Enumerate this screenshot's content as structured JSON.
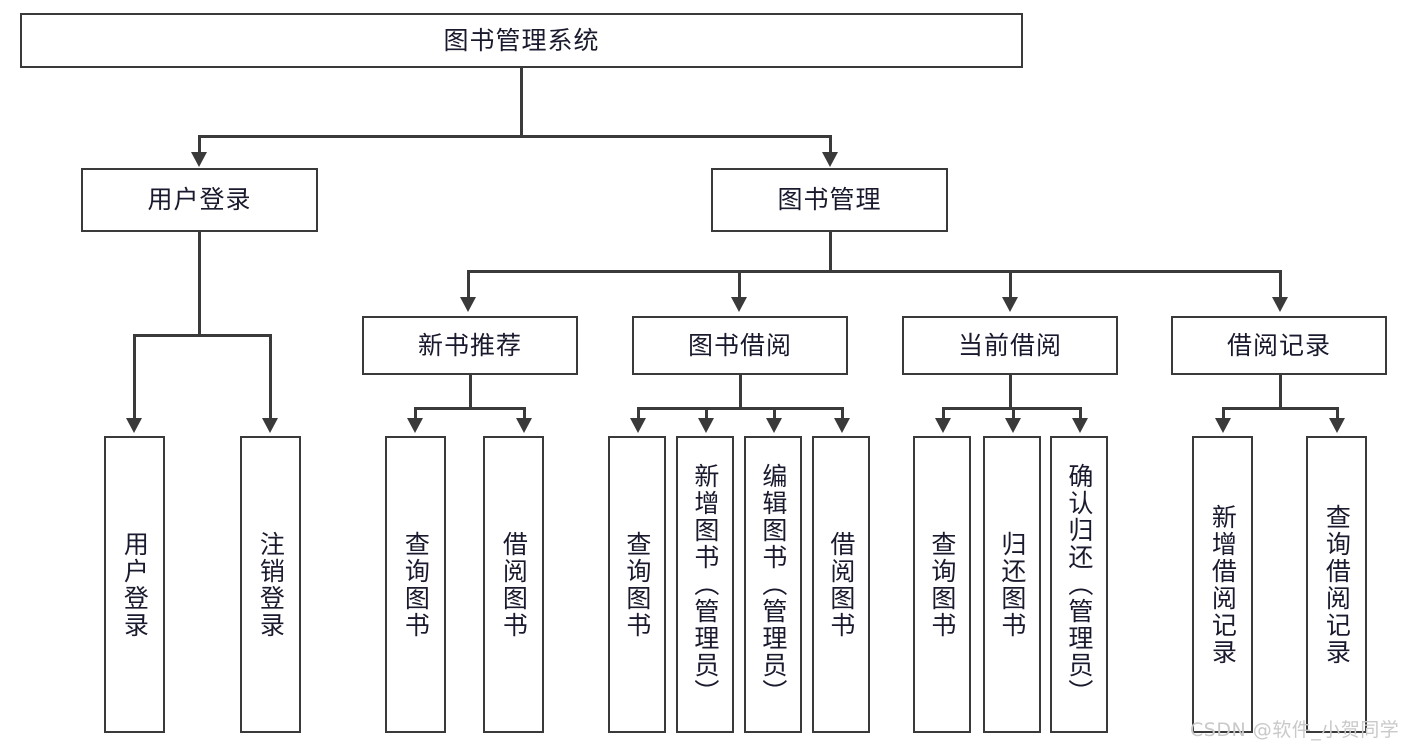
{
  "diagram": {
    "title": "图书管理系统",
    "type": "tree-hierarchy-diagram",
    "colors": {
      "stroke": "#3a3a3a",
      "fill": "#ffffff",
      "text": "#1a1a2e",
      "watermark": "#c9c9c9"
    },
    "root": {
      "label": "图书管理系统"
    },
    "level2": [
      {
        "label": "用户登录"
      },
      {
        "label": "图书管理"
      }
    ],
    "level3": [
      {
        "label": "新书推荐"
      },
      {
        "label": "图书借阅"
      },
      {
        "label": "当前借阅"
      },
      {
        "label": "借阅记录"
      }
    ],
    "leaves": {
      "user_login": [
        {
          "label": "用户登录"
        },
        {
          "label": "注销登录"
        }
      ],
      "new_book_recommend": [
        {
          "label": "查询图书"
        },
        {
          "label": "借阅图书"
        }
      ],
      "book_borrow": [
        {
          "label": "查询图书"
        },
        {
          "label": "新增图书（管理员）"
        },
        {
          "label": "编辑图书（管理员）"
        },
        {
          "label": "借阅图书"
        }
      ],
      "current_borrow": [
        {
          "label": "查询图书"
        },
        {
          "label": "归还图书"
        },
        {
          "label": "确认归还（管理员）"
        }
      ],
      "borrow_record": [
        {
          "label": "新增借阅记录"
        },
        {
          "label": "查询借阅记录"
        }
      ]
    }
  },
  "watermark": {
    "text": "CSDN @软件_小贺同学"
  }
}
